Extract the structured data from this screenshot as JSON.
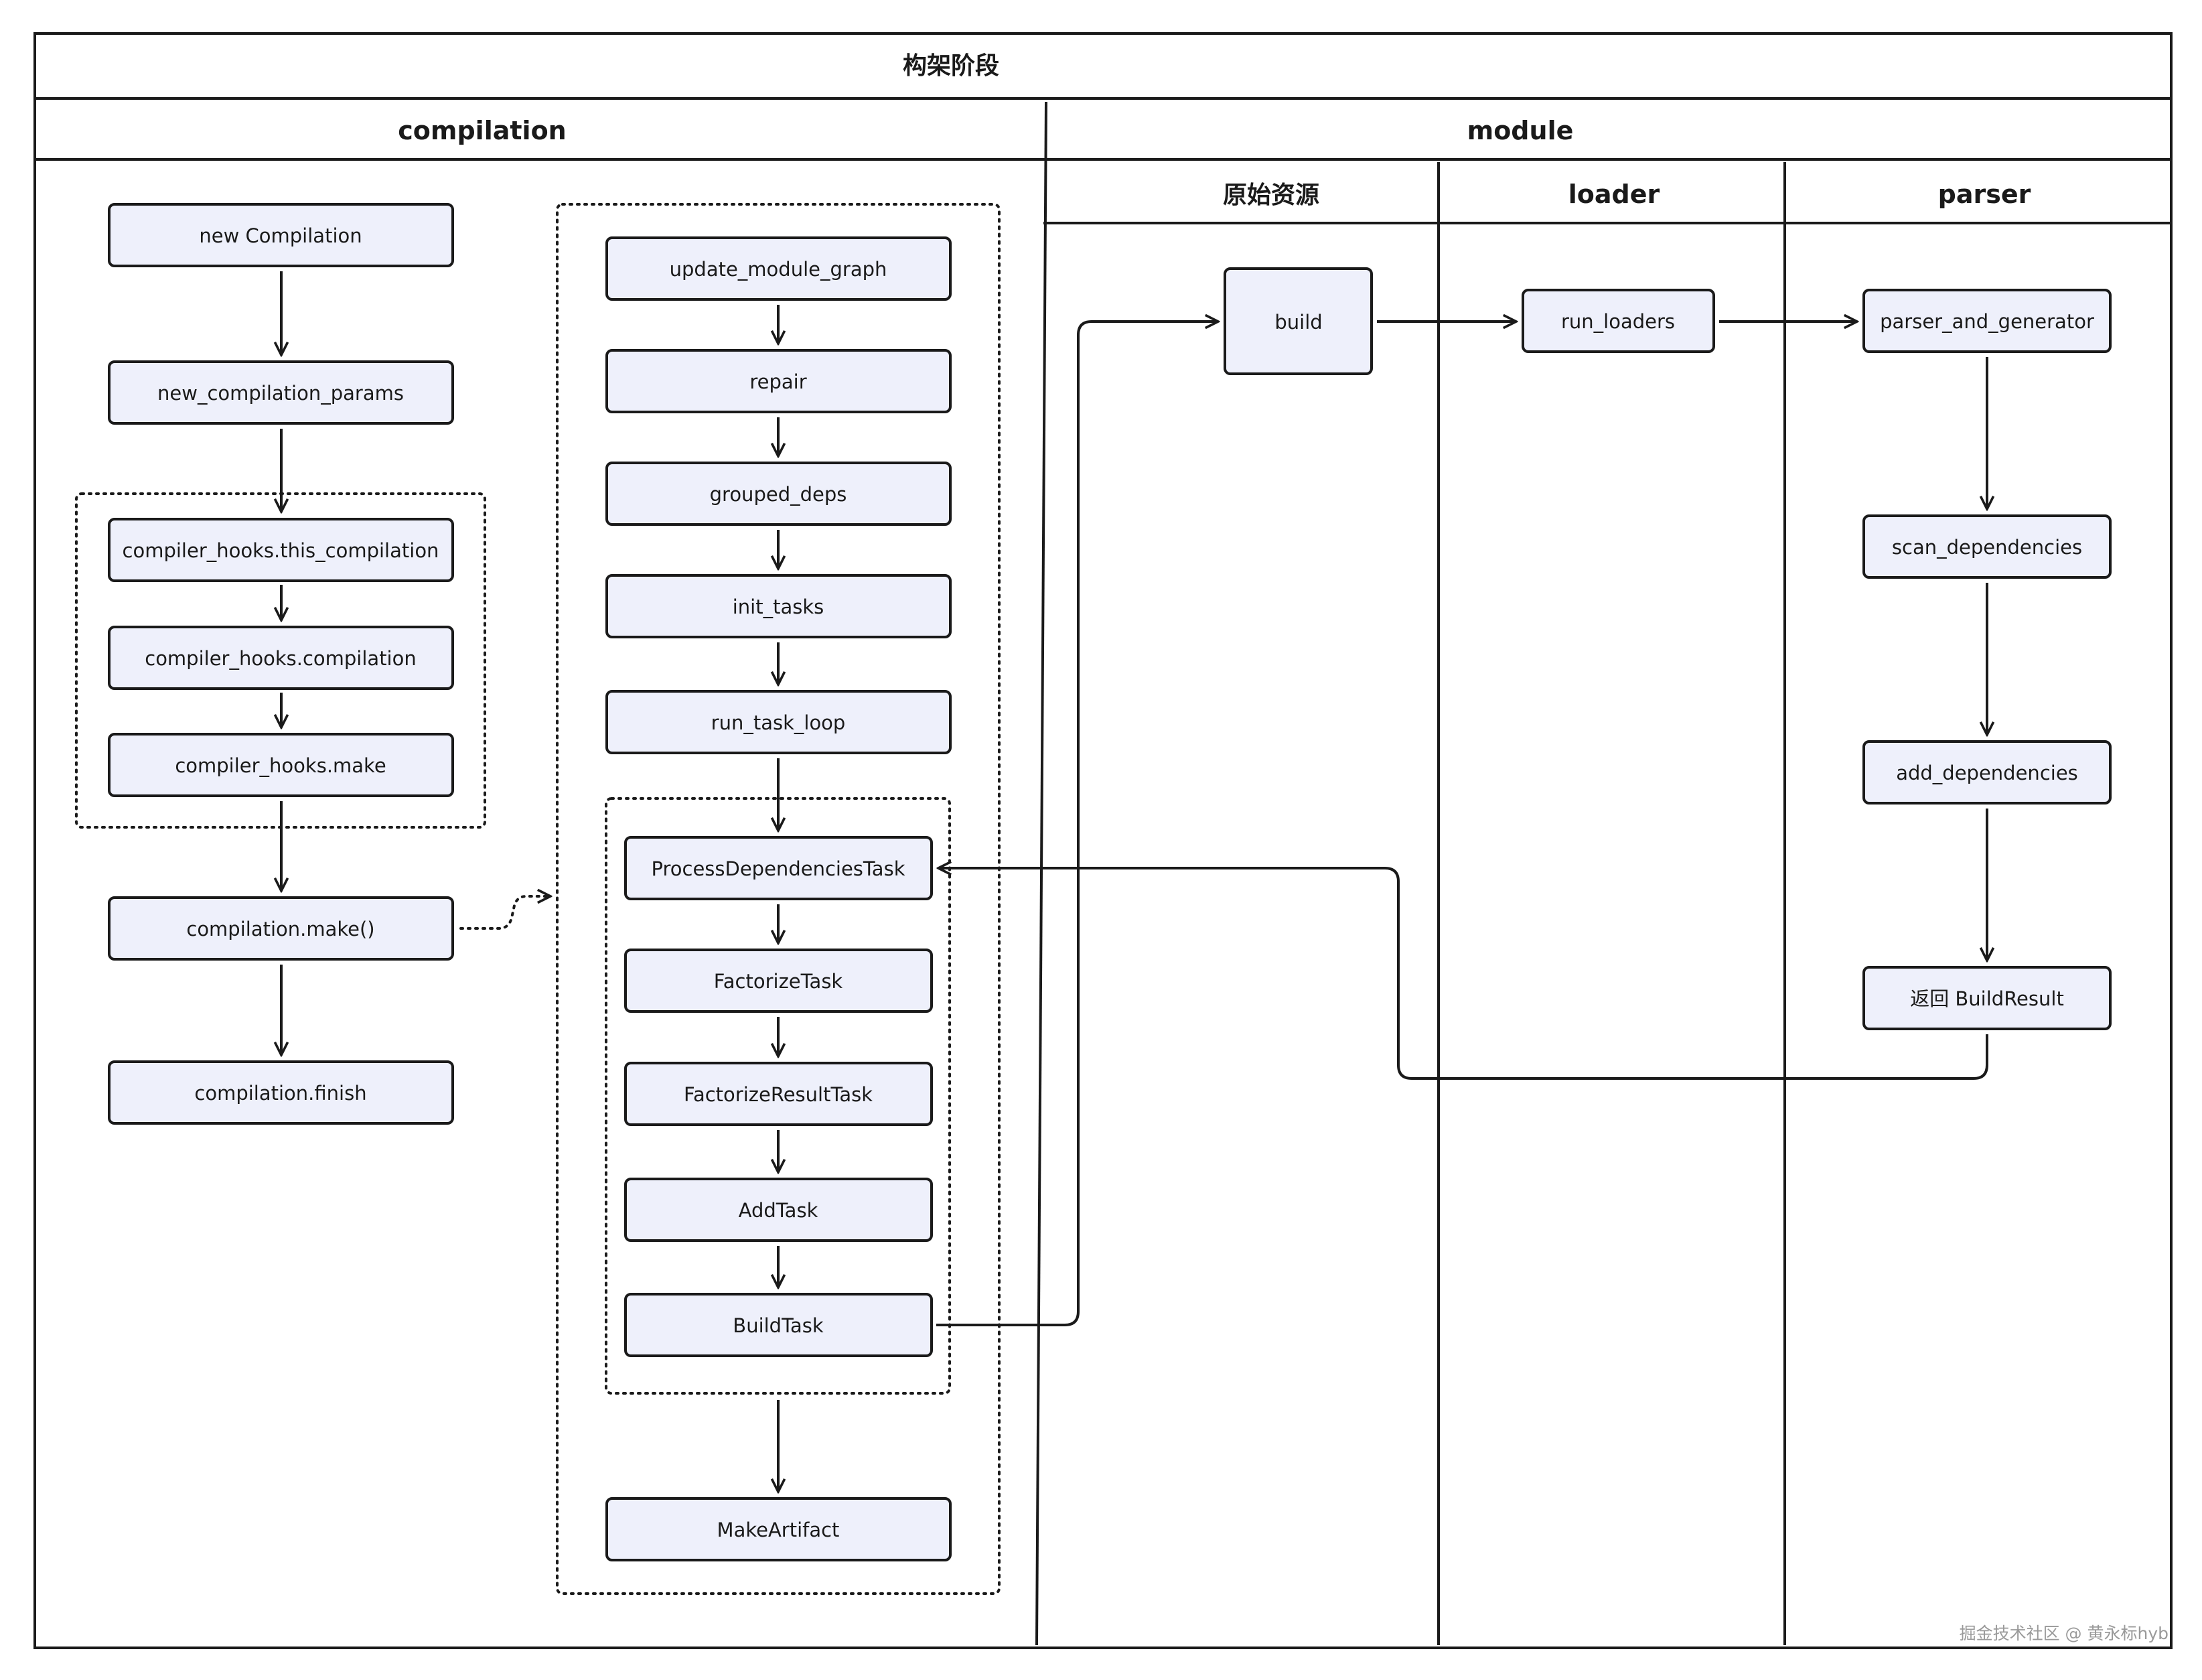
{
  "header": {
    "stage_title": "构架阶段",
    "compilation_title": "compilation",
    "module_title": "module",
    "lanes": {
      "raw": "原始资源",
      "loader": "loader",
      "parser": "parser"
    }
  },
  "nodes": {
    "new_compilation": "new Compilation",
    "new_compilation_params": "new_compilation_params",
    "this_compilation": "compiler_hooks.this_compilation",
    "hooks_compilation": "compiler_hooks.compilation",
    "hooks_make": "compiler_hooks.make",
    "compilation_make": "compilation.make()",
    "compilation_finish": "compilation.finish",
    "update_module_graph": "update_module_graph",
    "repair": "repair",
    "grouped_deps": "grouped_deps",
    "init_tasks": "init_tasks",
    "run_task_loop": "run_task_loop",
    "process_dependencies_task": "ProcessDependenciesTask",
    "factorize_task": "FactorizeTask",
    "factorize_result_task": "FactorizeResultTask",
    "add_task": "AddTask",
    "build_task": "BuildTask",
    "make_artifact": "MakeArtifact",
    "build": "build",
    "run_loaders": "run_loaders",
    "parser_and_generator": "parser_and_generator",
    "scan_dependencies": "scan_dependencies",
    "add_dependencies": "add_dependencies",
    "return_build_result": "返回 BuildResult"
  },
  "watermark": "掘金技术社区 @ 黄永标hyb",
  "colors": {
    "node_fill": "#eef0fb",
    "stroke": "#1a1a1a"
  }
}
